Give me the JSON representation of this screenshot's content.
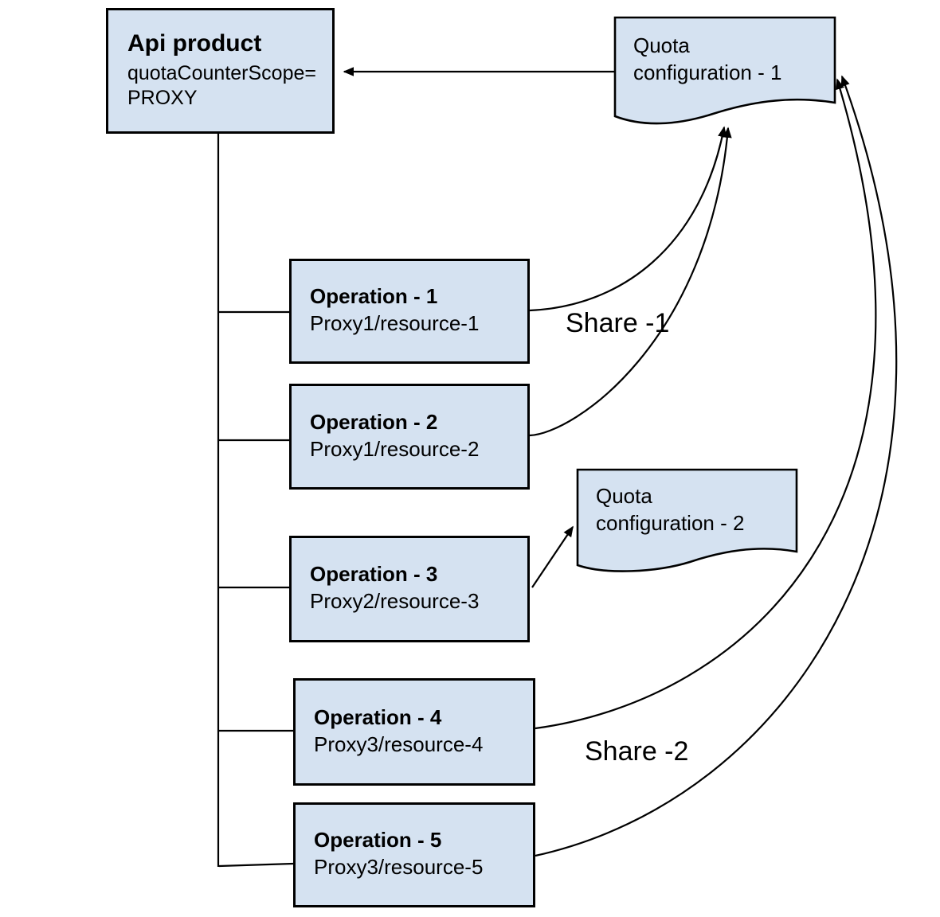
{
  "colors": {
    "node_fill": "#d5e2f1",
    "node_border": "#000000",
    "edge_color": "#000000",
    "background": "#ffffff",
    "text_color": "#000000"
  },
  "nodes": {
    "api_product": {
      "title": "Api product",
      "attribute": "quotaCounterScope=",
      "attribute_value": "PROXY"
    },
    "quota_config_1": {
      "line1": "Quota",
      "line2": "configuration - 1"
    },
    "quota_config_2": {
      "line1": "Quota",
      "line2": "configuration - 2"
    },
    "operations": [
      {
        "title": "Operation - 1",
        "path": "Proxy1/resource-1"
      },
      {
        "title": "Operation - 2",
        "path": "Proxy1/resource-2"
      },
      {
        "title": "Operation - 3",
        "path": "Proxy2/resource-3"
      },
      {
        "title": "Operation - 4",
        "path": "Proxy3/resource-4"
      },
      {
        "title": "Operation - 5",
        "path": "Proxy3/resource-5"
      }
    ]
  },
  "edge_labels": {
    "share_1": "Share -1",
    "share_2": "Share -2"
  }
}
